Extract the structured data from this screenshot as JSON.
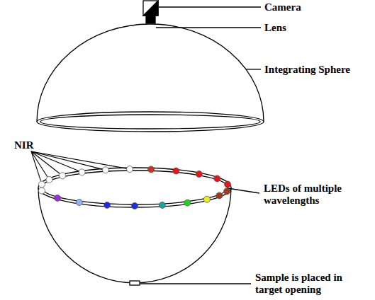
{
  "diagram": {
    "labels": [
      "Camera",
      "Lens",
      "Integrating Sphere",
      "NIR",
      "LEDs of multiple wavelengths",
      "Sample is placed in target opening"
    ]
  }
}
